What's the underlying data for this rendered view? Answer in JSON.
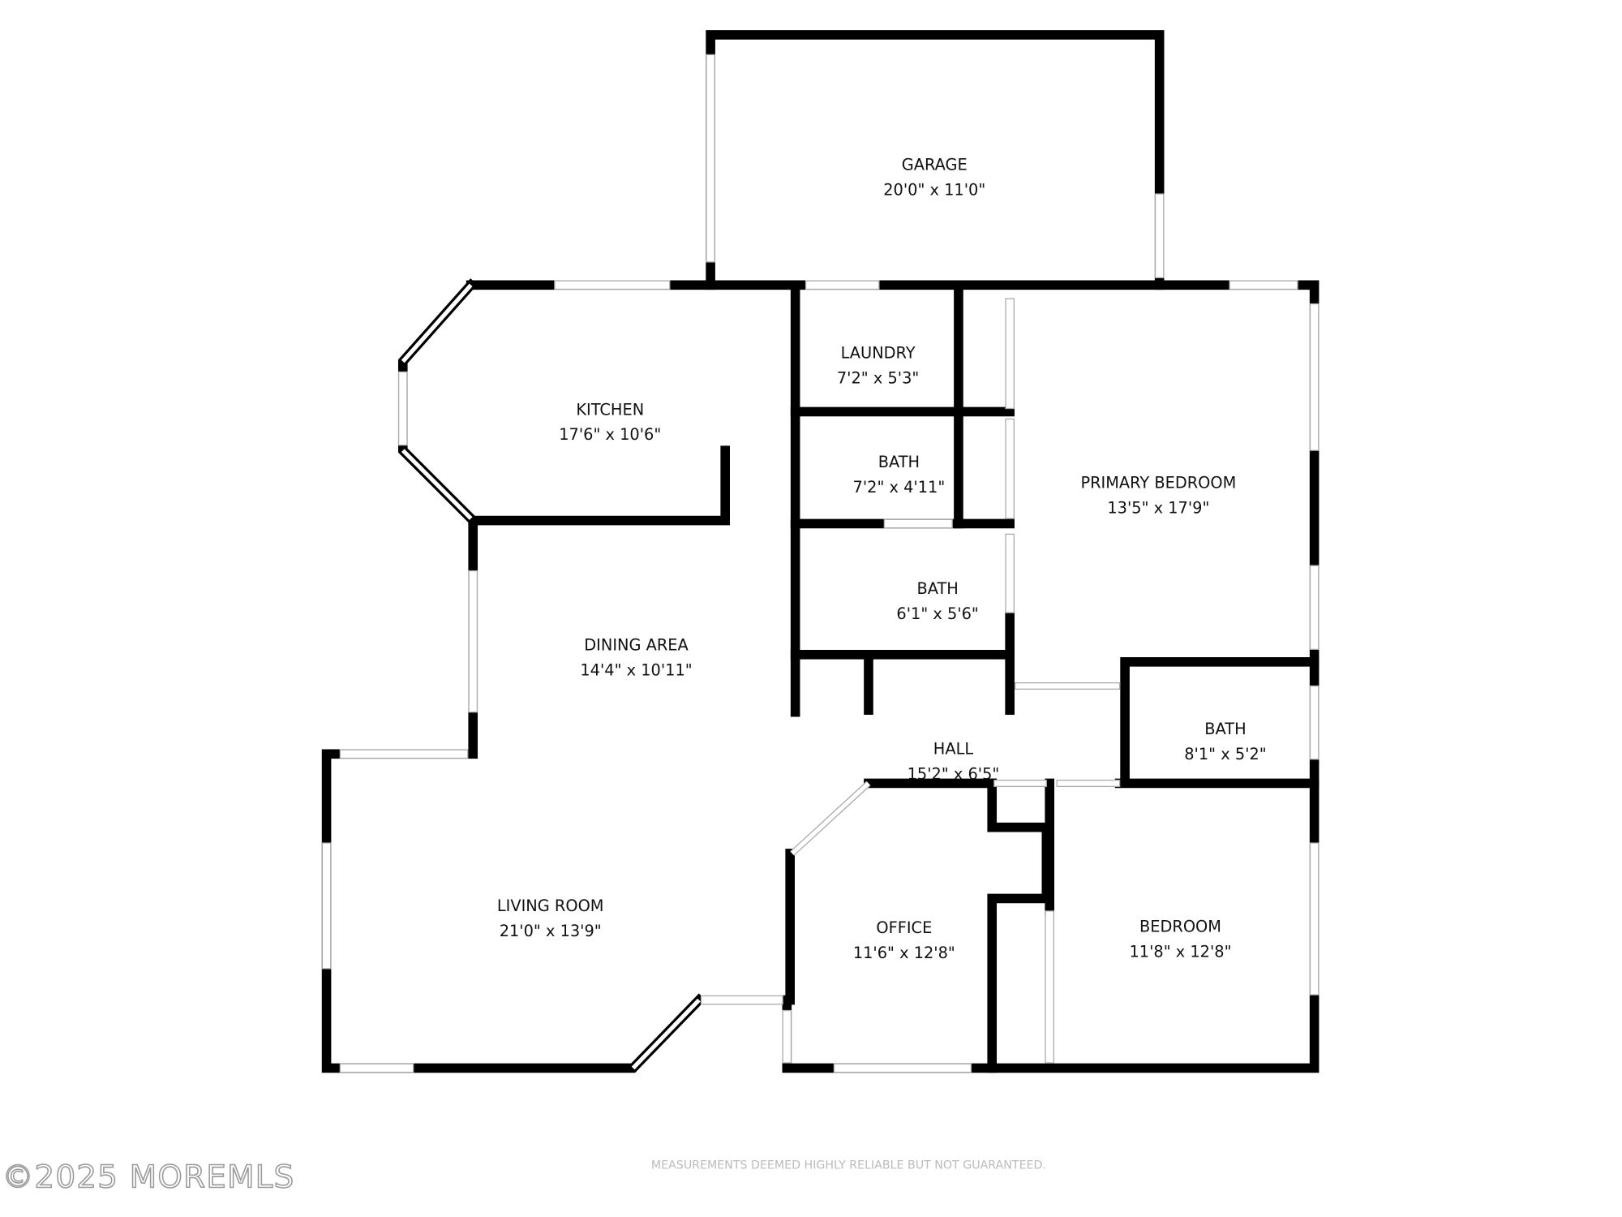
{
  "rooms": [
    {
      "name": "GARAGE",
      "size": "20'0\" x 11'0\""
    },
    {
      "name": "LAUNDRY",
      "size": "7'2\" x 5'3\""
    },
    {
      "name": "KITCHEN",
      "size": "17'6\" x 10'6\""
    },
    {
      "name": "BATH",
      "size": "7'2\" x 4'11\""
    },
    {
      "name": "PRIMARY BEDROOM",
      "size": "13'5\" x 17'9\""
    },
    {
      "name": "BATH",
      "size": "6'1\" x 5'6\""
    },
    {
      "name": "DINING AREA",
      "size": "14'4\" x 10'11\""
    },
    {
      "name": "HALL",
      "size": "15'2\" x 6'5\""
    },
    {
      "name": "BATH",
      "size": "8'1\" x 5'2\""
    },
    {
      "name": "LIVING ROOM",
      "size": "21'0\" x 13'9\""
    },
    {
      "name": "OFFICE",
      "size": "11'6\" x 12'8\""
    },
    {
      "name": "BEDROOM",
      "size": "11'8\" x 12'8\""
    }
  ],
  "footer": {
    "disclaimer": "MEASUREMENTS DEEMED HIGHLY RELIABLE BUT NOT GUARANTEED."
  },
  "watermark": "©2025 MOREMLS",
  "colors": {
    "wall": "#000000",
    "background": "#ffffff"
  }
}
